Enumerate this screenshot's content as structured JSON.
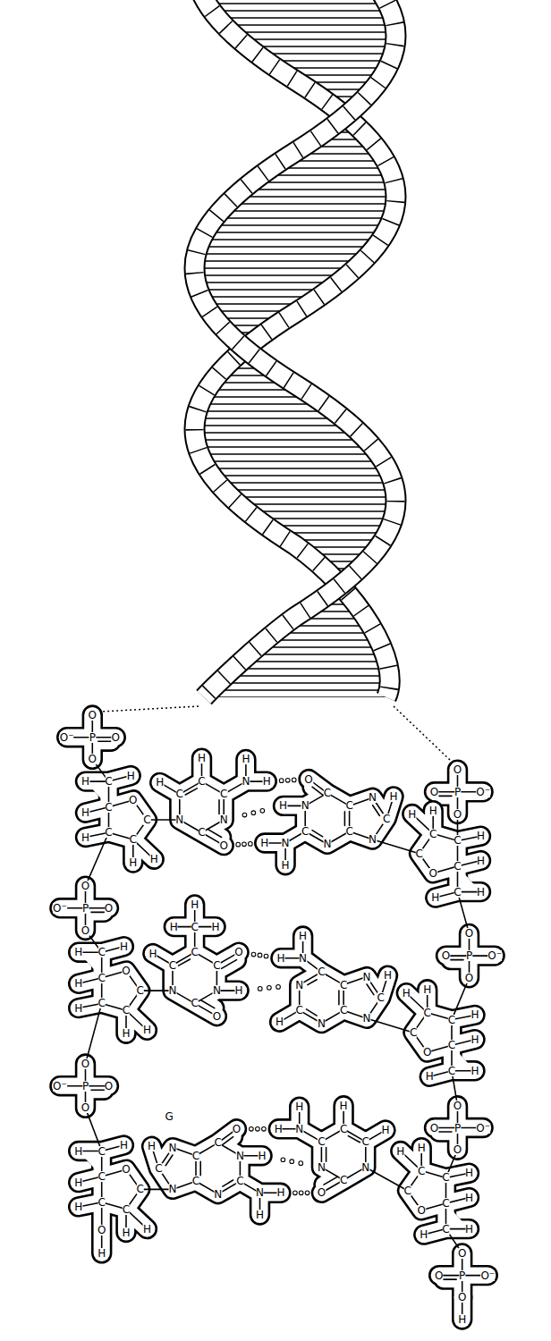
{
  "diagram": {
    "labels": [
      "O",
      "O⁻",
      "P",
      "O",
      "O",
      "O",
      "O⁻",
      "P",
      "O",
      "O",
      "C",
      "H",
      "H",
      "C",
      "H",
      "O",
      "C",
      "C",
      "H",
      "H",
      "C",
      "H",
      "C",
      "H",
      "C",
      "N",
      "H",
      "H",
      "N",
      "C",
      "O",
      "N",
      "C",
      "H",
      "N",
      "C",
      "H",
      "N",
      "C",
      "C",
      "C",
      "O",
      "N",
      "H",
      "C",
      "N",
      "H",
      "H",
      "N",
      "C",
      "H",
      "H",
      "C",
      "H",
      "O",
      "C",
      "C",
      "H",
      "H",
      "C",
      "H",
      "O",
      "O⁻",
      "P",
      "O",
      "O",
      "O",
      "O⁻",
      "P",
      "O",
      "O",
      "C",
      "H",
      "H",
      "C",
      "H",
      "O",
      "C",
      "C",
      "H",
      "H",
      "C",
      "H",
      "C",
      "C",
      "H",
      "H",
      "H",
      "C",
      "O",
      "N",
      "H",
      "C",
      "O",
      "N",
      "C",
      "H",
      "N",
      "C",
      "H",
      "N",
      "C",
      "C",
      "C",
      "N",
      "H",
      "H",
      "N",
      "C",
      "H",
      "N",
      "C",
      "H",
      "H",
      "C",
      "H",
      "O",
      "C",
      "C",
      "H",
      "H",
      "C",
      "H",
      "O",
      "O⁻",
      "P",
      "O",
      "O",
      "O",
      "O⁻",
      "P",
      "O",
      "O",
      "C",
      "H",
      "H",
      "C",
      "H",
      "O",
      "C",
      "C",
      "H",
      "H",
      "C",
      "H",
      "O",
      "H",
      "N",
      "C",
      "H",
      "N",
      "C",
      "C",
      "C",
      "O",
      "N",
      "H",
      "C",
      "N",
      "H",
      "H",
      "N",
      "G",
      "C",
      "H",
      "C",
      "N",
      "H",
      "H",
      "N",
      "C",
      "O",
      "N",
      "C",
      "H",
      "C",
      "H",
      "H",
      "C",
      "H",
      "O",
      "C",
      "C",
      "H",
      "H",
      "C",
      "H",
      "O",
      "O⁻",
      "P",
      "O",
      "O",
      "H"
    ]
  }
}
